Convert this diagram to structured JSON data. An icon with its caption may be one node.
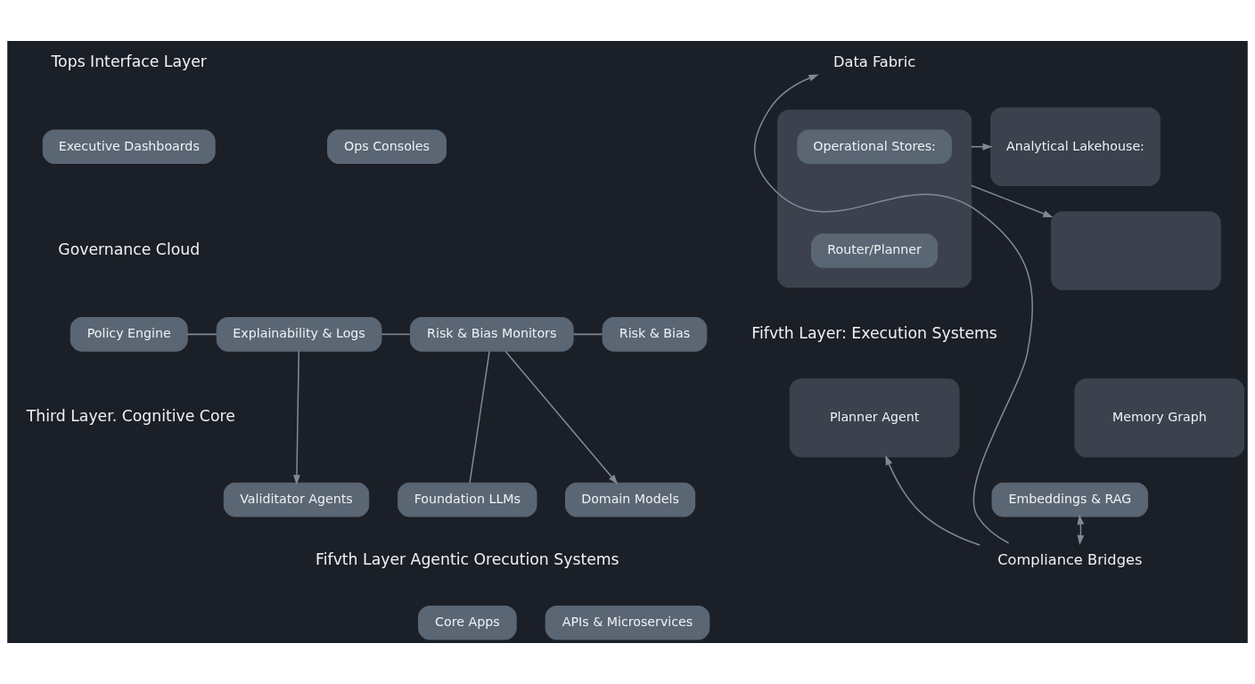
{
  "diagram": {
    "nodes": [
      {
        "text": [
          "Executive Dashboards"
        ]
      },
      {
        "text": [
          "Ops Consoles"
        ]
      },
      {
        "text": [
          "Policy Engine"
        ]
      },
      {
        "text": [
          "Explainability & Logs"
        ]
      },
      {
        "text": [
          "Risk & Bias Monitors"
        ]
      },
      {
        "text": [
          "Risk & Bias"
        ]
      },
      {
        "text": [
          "Compliance Bridges"
        ]
      },
      {
        "text": [
          "Foundation LLMs"
        ]
      },
      {
        "text": [
          "Domain Models"
        ]
      },
      {
        "text": [
          "Embeddings & RAG"
        ]
      },
      {
        "text": [
          "Validitator Agents"
        ]
      },
      {
        "text": [
          "Core Apps"
        ]
      },
      {
        "text": [
          "APIs & Microservices"
        ]
      },
      {
        "text": [
          "Data Fabric"
        ]
      },
      {
        "text": [],
        "shape": "box"
      },
      {
        "text": [
          "Operational Stores:"
        ],
        "in": 14
      },
      {
        "text": [
          "Router/Planner"
        ],
        "in": 14
      },
      {
        "text": [
          "Analytical Lakehouse:"
        ]
      },
      {
        "text": [],
        "shape": "box"
      },
      {
        "text": [
          "Planner Agent"
        ]
      },
      {
        "text": [
          "Memory Graph"
        ]
      }
    ],
    "edges": [
      {
        "from": 2,
        "to": 3,
        "arrow": "none"
      },
      {
        "from": 3,
        "to": 4,
        "arrow": "none"
      },
      {
        "from": 4,
        "to": 5,
        "arrow": "none"
      },
      {
        "from": 3,
        "to": 10,
        "arrow": "to"
      },
      {
        "from": 4,
        "to": 7,
        "arrow": "none"
      },
      {
        "from": 4,
        "to": 8,
        "arrow": "to"
      },
      {
        "from": 9,
        "to": 6,
        "arrow": "both"
      },
      {
        "from": 6,
        "to": 13,
        "arrow": "to"
      },
      {
        "from": 6,
        "to": 19,
        "arrow": "to"
      },
      {
        "from": 14,
        "to": 17,
        "arrow": "to"
      },
      {
        "from": 14,
        "to": 18,
        "arrow": "to"
      }
    ],
    "labels": [
      "Tops Interface Layer",
      "Governance Cloud",
      "Third Layer. Cognitive Core",
      "Fifvth Layer Agentic Orecution Systems",
      "Fifvth Layer: Execution Systems"
    ]
  }
}
